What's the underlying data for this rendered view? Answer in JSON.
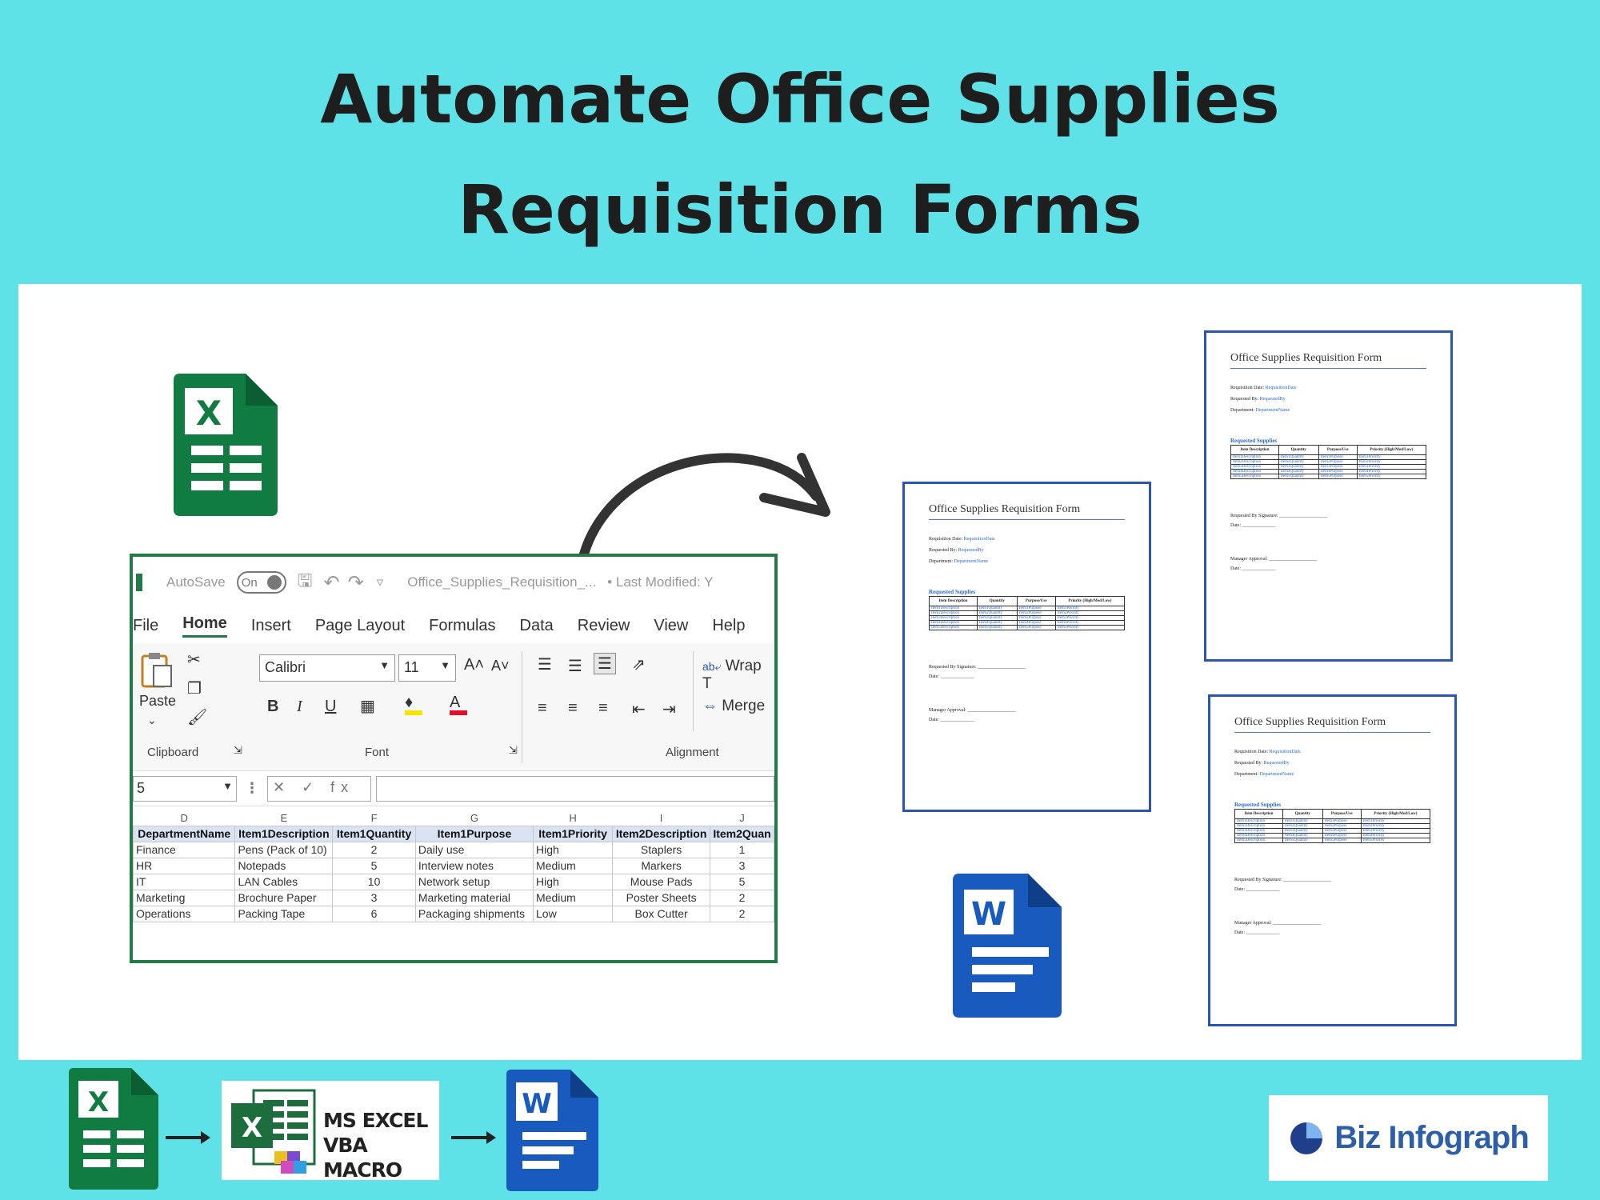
{
  "title": {
    "line1": "Automate Office Supplies",
    "line2": "Requisition Forms"
  },
  "excel": {
    "autosave_label": "AutoSave",
    "toggle_state": "On",
    "file_name": "Office_Supplies_Requisition_...",
    "last_modified": "• Last Modified: Y",
    "menu": [
      "File",
      "Home",
      "Insert",
      "Page Layout",
      "Formulas",
      "Data",
      "Review",
      "View",
      "Help"
    ],
    "clipboard": {
      "paste": "Paste",
      "label": "Clipboard"
    },
    "font": {
      "name": "Calibri",
      "size": "11",
      "label": "Font",
      "bold": "B",
      "italic": "I",
      "underline": "U",
      "grow": "A˄",
      "shrink": "A˅",
      "color_a": "A"
    },
    "alignment": {
      "wrap": "Wrap T",
      "merge": "Merge",
      "label": "Alignment",
      "wrap_icon": "ab⤶"
    },
    "name_box": "5",
    "fx": "✕ ✓ fx",
    "columns": [
      "D",
      "E",
      "F",
      "G",
      "H",
      "I",
      "J"
    ],
    "headers": [
      "DepartmentName",
      "Item1Description",
      "Item1Quantity",
      "Item1Purpose",
      "Item1Priority",
      "Item2Description",
      "Item2Quan"
    ],
    "rows": [
      [
        "Finance",
        "Pens (Pack of 10)",
        "2",
        "Daily use",
        "High",
        "Staplers",
        "1"
      ],
      [
        "HR",
        "Notepads",
        "5",
        "Interview notes",
        "Medium",
        "Markers",
        "3"
      ],
      [
        "IT",
        "LAN Cables",
        "10",
        "Network setup",
        "High",
        "Mouse Pads",
        "5"
      ],
      [
        "Marketing",
        "Brochure Paper",
        "3",
        "Marketing material",
        "Medium",
        "Poster Sheets",
        "2"
      ],
      [
        "Operations",
        "Packing Tape",
        "6",
        "Packaging shipments",
        "Low",
        "Box Cutter",
        "2"
      ]
    ]
  },
  "form": {
    "title": "Office Supplies Requisition Form",
    "date_label": "Requisition Date:",
    "date_value": "RequisitionDate",
    "by_label": "Requested By:",
    "by_value": "RequestedBy",
    "dept_label": "Department:",
    "dept_value": "DepartmentName",
    "section": "Requested Supplies",
    "col_headers": [
      "Item Description",
      "Quantity",
      "Purpose/Use",
      "Priority (High/Med/Low)"
    ],
    "table_rows": [
      [
        "Item1Description",
        "Item1Quantity",
        "Item1Purpose",
        "Item1Priority"
      ],
      [
        "Item2Description",
        "Item2Quantity",
        "Item2Purpose",
        "Item2Priority"
      ],
      [
        "Item3Description",
        "Item3Quantity",
        "Item3Purpose",
        "Item3Priority"
      ],
      [
        "Item4Description",
        "Item4Quantity",
        "Item4Purpose",
        "Item4Priority"
      ],
      [
        "Item5Description",
        "Item5Quantity",
        "Item5Purpose",
        "Item5Priority"
      ]
    ],
    "signature": "Requested By Signature: ____________________",
    "date1": "Date: ______________",
    "approval": "Manager Approval: ____________________",
    "date2": "Date: ______________"
  },
  "icons": {
    "excel_letter": "X",
    "word_letter": "W"
  },
  "vba": {
    "line1": "MS EXCEL",
    "line2": "VBA MACRO"
  },
  "logo": {
    "text": "Biz Infograph"
  },
  "colors": {
    "background": "#5fe2e7",
    "excel_green": "#107c41",
    "word_blue": "#185abd",
    "panel": "#ffffff"
  }
}
